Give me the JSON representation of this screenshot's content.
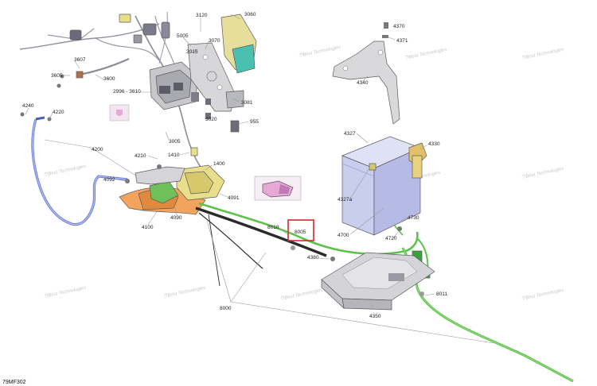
{
  "diagram": {
    "code": "79MF302",
    "watermark": "ウBest Technologies",
    "highlighted_part": "8005",
    "colors": {
      "harness_green": "#5cc24a",
      "harness_dark": "#2b2b2b",
      "battery_blue": "#c9cdee",
      "orange_part": "#f2a35e",
      "yellow_part": "#e9de8a",
      "highlight_red": "#d9262b",
      "pink_part": "#e6a8d6",
      "teal_part": "#4bbfb0"
    }
  },
  "callouts": [
    {
      "id": "c3120",
      "text": "3120"
    },
    {
      "id": "c3060",
      "text": "3060"
    },
    {
      "id": "c5005",
      "text": "5005"
    },
    {
      "id": "c3070",
      "text": "3070"
    },
    {
      "id": "c3015",
      "text": "3015"
    },
    {
      "id": "c3607",
      "text": "3607"
    },
    {
      "id": "c3605",
      "text": "3605"
    },
    {
      "id": "c3600",
      "text": "3600"
    },
    {
      "id": "c2996",
      "text": "2996 - 3610"
    },
    {
      "id": "c3081",
      "text": "3081"
    },
    {
      "id": "c4240",
      "text": "4240"
    },
    {
      "id": "c4220",
      "text": "4220"
    },
    {
      "id": "c3020",
      "text": "3020"
    },
    {
      "id": "c955",
      "text": "955"
    },
    {
      "id": "c3005",
      "text": "3005"
    },
    {
      "id": "c4200",
      "text": "4200"
    },
    {
      "id": "c4210",
      "text": "4210"
    },
    {
      "id": "c1410",
      "text": "1410"
    },
    {
      "id": "c1400",
      "text": "1400"
    },
    {
      "id": "c4092",
      "text": "4092"
    },
    {
      "id": "c4091",
      "text": "4091"
    },
    {
      "id": "c4100",
      "text": "4100"
    },
    {
      "id": "c4090",
      "text": "4090"
    },
    {
      "id": "c4370",
      "text": "4370"
    },
    {
      "id": "c4371",
      "text": "4371"
    },
    {
      "id": "c4340",
      "text": "4340"
    },
    {
      "id": "c4327",
      "text": "4327"
    },
    {
      "id": "c4330",
      "text": "4330"
    },
    {
      "id": "c4327a",
      "text": "4327a"
    },
    {
      "id": "c4730",
      "text": "4730"
    },
    {
      "id": "c4700",
      "text": "4700"
    },
    {
      "id": "c4720",
      "text": "4720"
    },
    {
      "id": "c8010",
      "text": "8010"
    },
    {
      "id": "c8005",
      "text": "8005"
    },
    {
      "id": "c4380",
      "text": "4380"
    },
    {
      "id": "c4350",
      "text": "4350"
    },
    {
      "id": "c8011",
      "text": "8011"
    },
    {
      "id": "c8000",
      "text": "8000"
    }
  ]
}
